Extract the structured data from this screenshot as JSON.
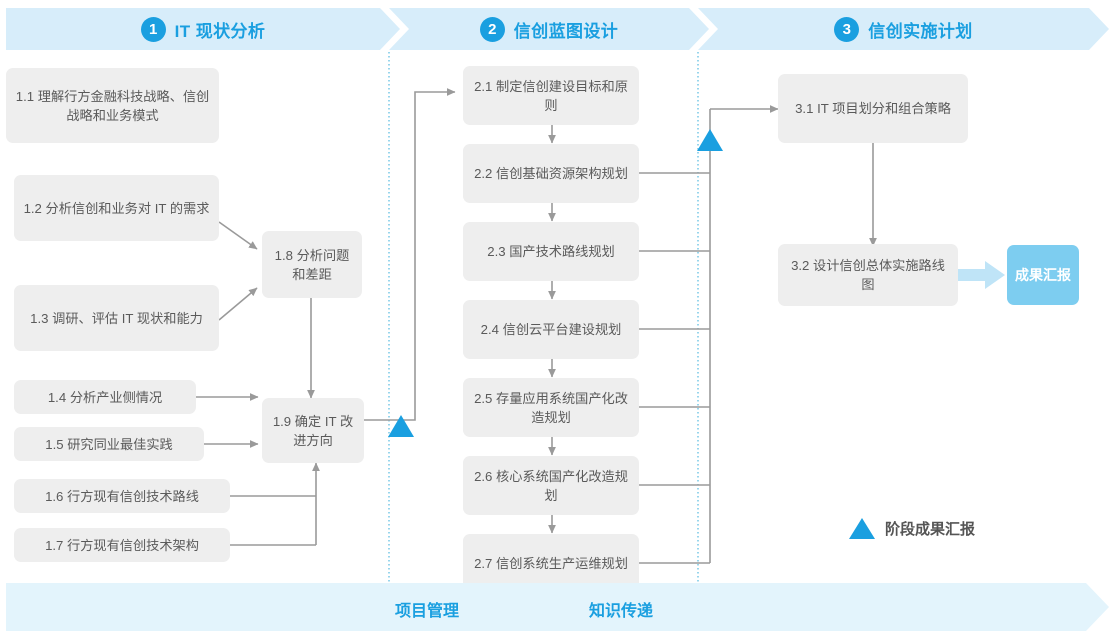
{
  "phases": [
    {
      "num": "1",
      "title": "IT 现状分析"
    },
    {
      "num": "2",
      "title": "信创蓝图设计"
    },
    {
      "num": "3",
      "title": "信创实施计划"
    }
  ],
  "phase1_nodes": [
    {
      "id": "1.1",
      "label": "1.1 理解行方金融科技战略、信创战略和业务模式"
    },
    {
      "id": "1.2",
      "label": "1.2 分析信创和业务对 IT 的需求"
    },
    {
      "id": "1.3",
      "label": "1.3 调研、评估 IT 现状和能力"
    },
    {
      "id": "1.4",
      "label": "1.4 分析产业侧情况"
    },
    {
      "id": "1.5",
      "label": "1.5 研究同业最佳实践"
    },
    {
      "id": "1.6",
      "label": "1.6 行方现有信创技术路线"
    },
    {
      "id": "1.7",
      "label": "1.7 行方现有信创技术架构"
    },
    {
      "id": "1.8",
      "label": "1.8 分析问题和差距"
    },
    {
      "id": "1.9",
      "label": "1.9 确定 IT 改进方向"
    }
  ],
  "phase2_nodes": [
    {
      "id": "2.1",
      "label": "2.1 制定信创建设目标和原则"
    },
    {
      "id": "2.2",
      "label": "2.2 信创基础资源架构规划"
    },
    {
      "id": "2.3",
      "label": "2.3 国产技术路线规划"
    },
    {
      "id": "2.4",
      "label": "2.4 信创云平台建设规划"
    },
    {
      "id": "2.5",
      "label": "2.5 存量应用系统国产化改造规划"
    },
    {
      "id": "2.6",
      "label": "2.6 核心系统国产化改造规划"
    },
    {
      "id": "2.7",
      "label": "2.7 信创系统生产运维规划"
    }
  ],
  "phase3_nodes": [
    {
      "id": "3.1",
      "label": "3.1 IT 项目划分和组合策略"
    },
    {
      "id": "3.2",
      "label": "3.2 设计信创总体实施路线图"
    }
  ],
  "result": {
    "label": "成果汇报"
  },
  "legend": {
    "label": "阶段成果汇报",
    "marker": "triangle-marker"
  },
  "bottom": {
    "labels": [
      "项目管理",
      "知识传递"
    ]
  },
  "colors": {
    "accent": "#1a9fe0",
    "band": "#d7edfa",
    "bottom_band": "#e3f4fc",
    "node_bg": "#eeeeee",
    "node_text": "#5a5a5a",
    "result_bg": "#7dcdf0",
    "connector": "#9a9a9a",
    "divider": "#7fcbe8"
  }
}
